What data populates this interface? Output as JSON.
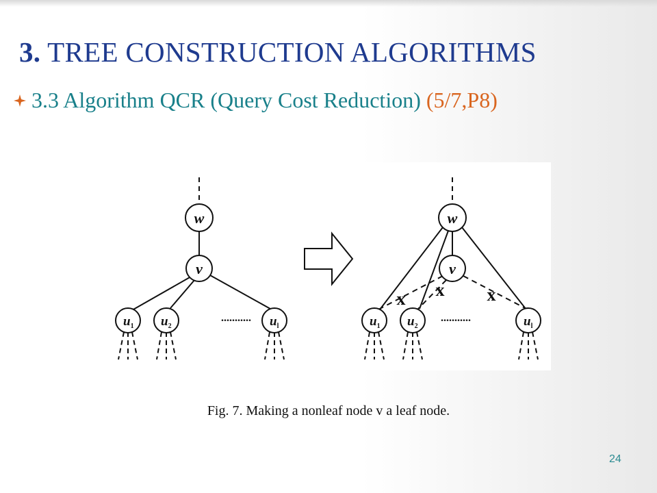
{
  "slide": {
    "title_number": "3.",
    "title_text": "TREE CONSTRUCTION ALGORITHMS",
    "subtitle_main": "3.3 Algorithm QCR (Query Cost Reduction)",
    "subtitle_extra": "(5/7,P8)",
    "caption": "Fig. 7. Making a nonleaf node v a leaf node.",
    "page_number": "24"
  },
  "diagram": {
    "left_tree": {
      "root": "w",
      "middle": "v",
      "children": [
        {
          "base": "u",
          "sub": "1"
        },
        {
          "base": "u",
          "sub": "2"
        },
        {
          "base": "u",
          "sub": "l"
        }
      ],
      "ellipsis": "..........."
    },
    "right_tree": {
      "root": "w",
      "middle": "v",
      "children": [
        {
          "base": "u",
          "sub": "1"
        },
        {
          "base": "u",
          "sub": "2"
        },
        {
          "base": "u",
          "sub": "l"
        }
      ],
      "ellipsis": "...........",
      "cut_marks": [
        "x",
        "x",
        "x"
      ]
    },
    "colors": {
      "title": "#1f3b8f",
      "subtitle": "#19808a",
      "subtitle_extra": "#d9651f",
      "bullet": "#d9651f",
      "page_number": "#2a8a91"
    }
  }
}
